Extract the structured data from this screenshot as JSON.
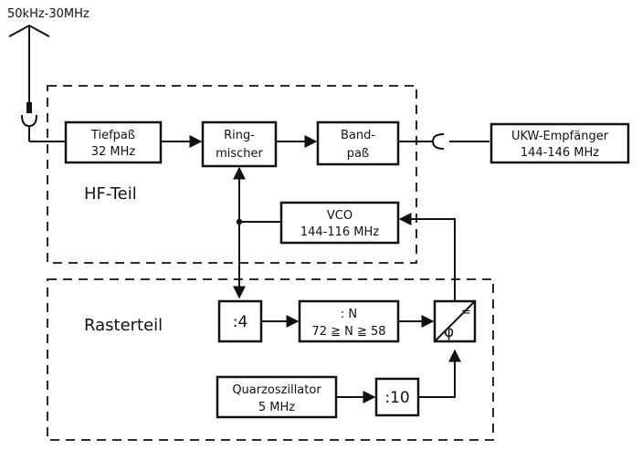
{
  "antenna": {
    "label": "50kHz-30MHz"
  },
  "sections": {
    "hf": "HF-Teil",
    "raster": "Rasterteil"
  },
  "blocks": {
    "tiefpass": {
      "line1": "Tiefpaß",
      "line2": "32 MHz"
    },
    "ringmischer": {
      "line1": "Ring-",
      "line2": "mischer"
    },
    "bandpass": {
      "line1": "Band-",
      "line2": "paß"
    },
    "ukw": {
      "line1": "UKW-Empfänger",
      "line2": "144-146 MHz"
    },
    "vco": {
      "line1": "VCO",
      "line2": "144-116 MHz"
    },
    "div4": {
      "label": ":4"
    },
    "divn": {
      "line1": ": N",
      "line2": "72 ≧ N ≧ 58"
    },
    "phase": {
      "symbol": "φ",
      "eq": "="
    },
    "quarz": {
      "line1": "Quarzoszillator",
      "line2": "5 MHz"
    },
    "div10": {
      "label": ":10"
    }
  }
}
